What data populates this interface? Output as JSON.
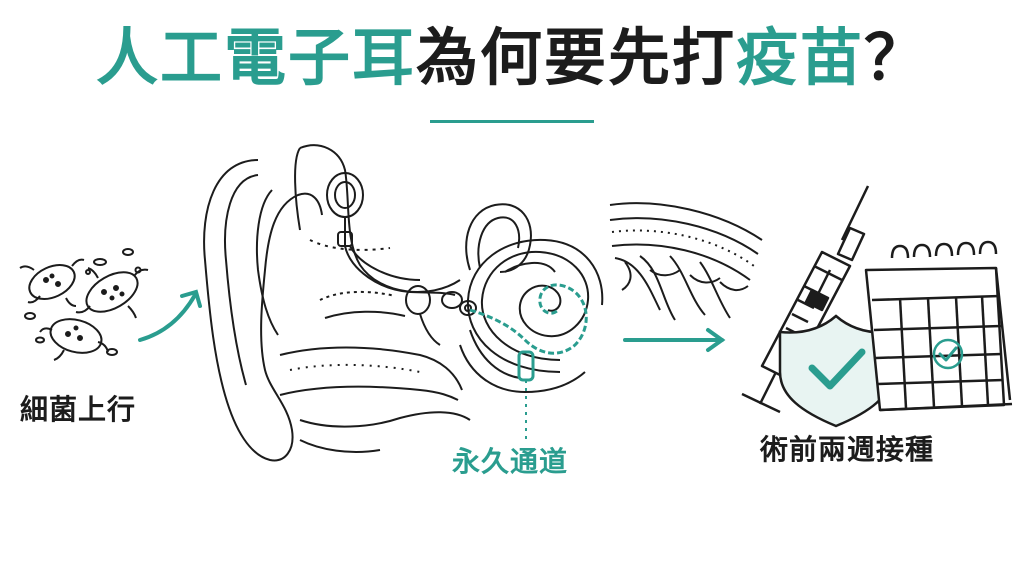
{
  "title": {
    "part1": "人工電子耳",
    "part2": "為何要先打",
    "part3": "疫苗",
    "part4": "？"
  },
  "labels": {
    "bacteria": "細菌上行",
    "channel": "永久通道",
    "vaccine_timing": "術前兩週接種"
  },
  "colors": {
    "accent": "#2a9d8f",
    "ink": "#1c1c1c"
  }
}
